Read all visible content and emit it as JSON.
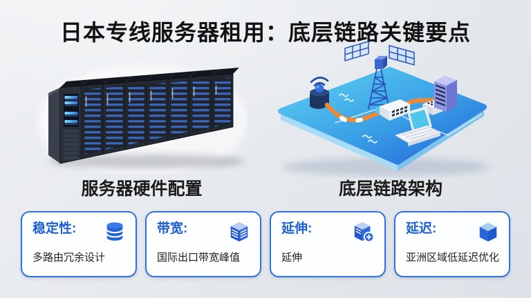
{
  "title": "日本专线服务器租用：底层链路关键要点",
  "figures": {
    "left": {
      "caption": "服务器硬件配置"
    },
    "right": {
      "caption": "底层链路架构"
    }
  },
  "cards": [
    {
      "label": "稳定性:",
      "text": "多路由冗余设计",
      "icon": "database-icon"
    },
    {
      "label": "带宽:",
      "text": "国际出口带宽峰值",
      "icon": "server-cube-icon"
    },
    {
      "label": "延伸:",
      "text": "延伸",
      "icon": "server-plus-icon"
    },
    {
      "label": "延迟:",
      "text": "亚洲区域低延迟优化",
      "icon": "cube-icon"
    }
  ],
  "colors": {
    "accent_blue": "#1f5fd6",
    "card_border": "#3273d9",
    "title_text": "#121212",
    "body_text": "#1f1f1f",
    "cable_orange": "#e78b3b",
    "platform_gradient_start": "#5fd0f2",
    "platform_gradient_end": "#2361d8"
  }
}
